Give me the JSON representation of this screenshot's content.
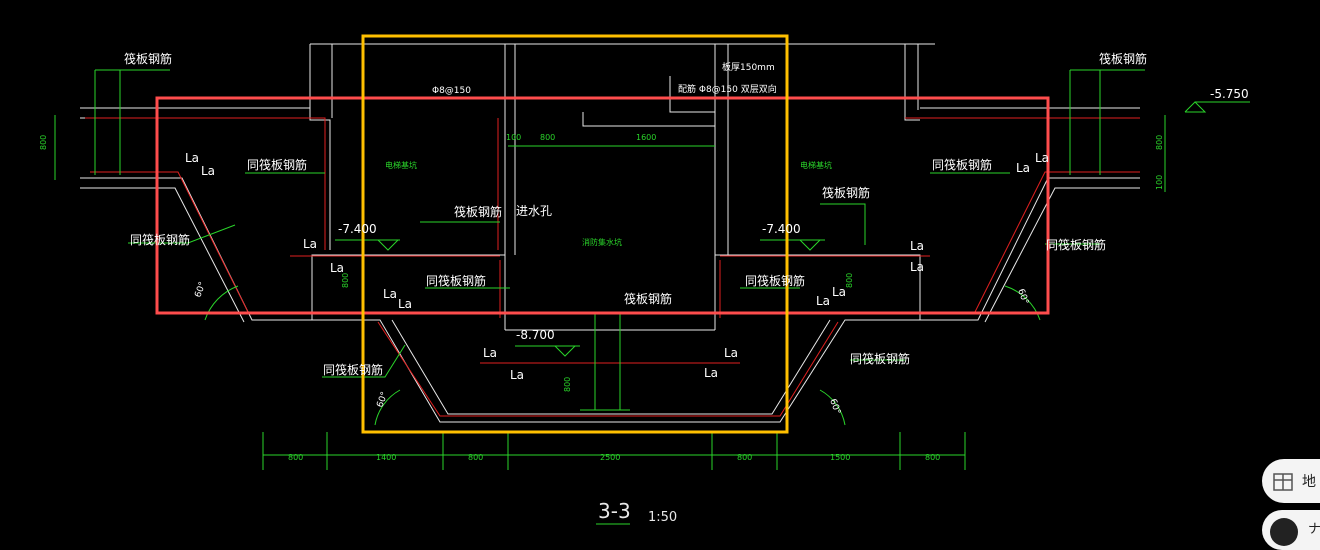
{
  "drawing": {
    "labels": {
      "raft_rebar": "筏板钢筋",
      "same_raft_rebar": "同筏板钢筋",
      "la": "La",
      "water_inlet": "进水孔",
      "elevator_pit": "电梯基坑",
      "sump_pit": "消防集水坑",
      "slab_thickness": "板厚150mm",
      "rebar_spec": "Φ8@150",
      "dist_rebar": "配筋 Φ8@150 双层双向",
      "angle": "60°"
    },
    "elevations": {
      "top": "-5.750",
      "left_pit": "-7.400",
      "right_pit": "-7.400",
      "sump": "-8.700"
    },
    "dims_top": {
      "d100": "100",
      "d800": "800",
      "d1600": "1600"
    },
    "dims_side": {
      "d800": "800",
      "d100": "100"
    },
    "dims_bottom": [
      "800",
      "1400",
      "800",
      "2500",
      "800",
      "1500",
      "800"
    ],
    "section": {
      "name": "3-3",
      "scale": "1:50"
    },
    "highlight_colors": {
      "red_box": "#ff4d4d",
      "yellow_box": "#ffc000"
    }
  },
  "floating_button": {
    "label": "地",
    "label2": "ナ"
  }
}
